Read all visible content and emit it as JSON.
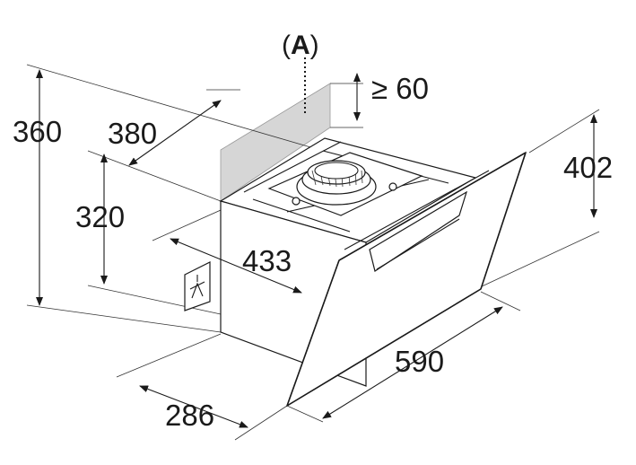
{
  "diagram": {
    "label_a": "(A)",
    "label_a_letter": "A",
    "dimensions": {
      "height_total": "360",
      "width_depth_top": "380",
      "height_body": "320",
      "depth_body": "433",
      "depth_bottom": "286",
      "width_front": "590",
      "height_front": "402",
      "clearance": "≥ 60"
    }
  },
  "icons": {
    "socket": "power-socket-icon",
    "fan": "fan-icon"
  },
  "colors": {
    "shaded_area": "#d9d9d9",
    "line": "#1a1a1a"
  }
}
